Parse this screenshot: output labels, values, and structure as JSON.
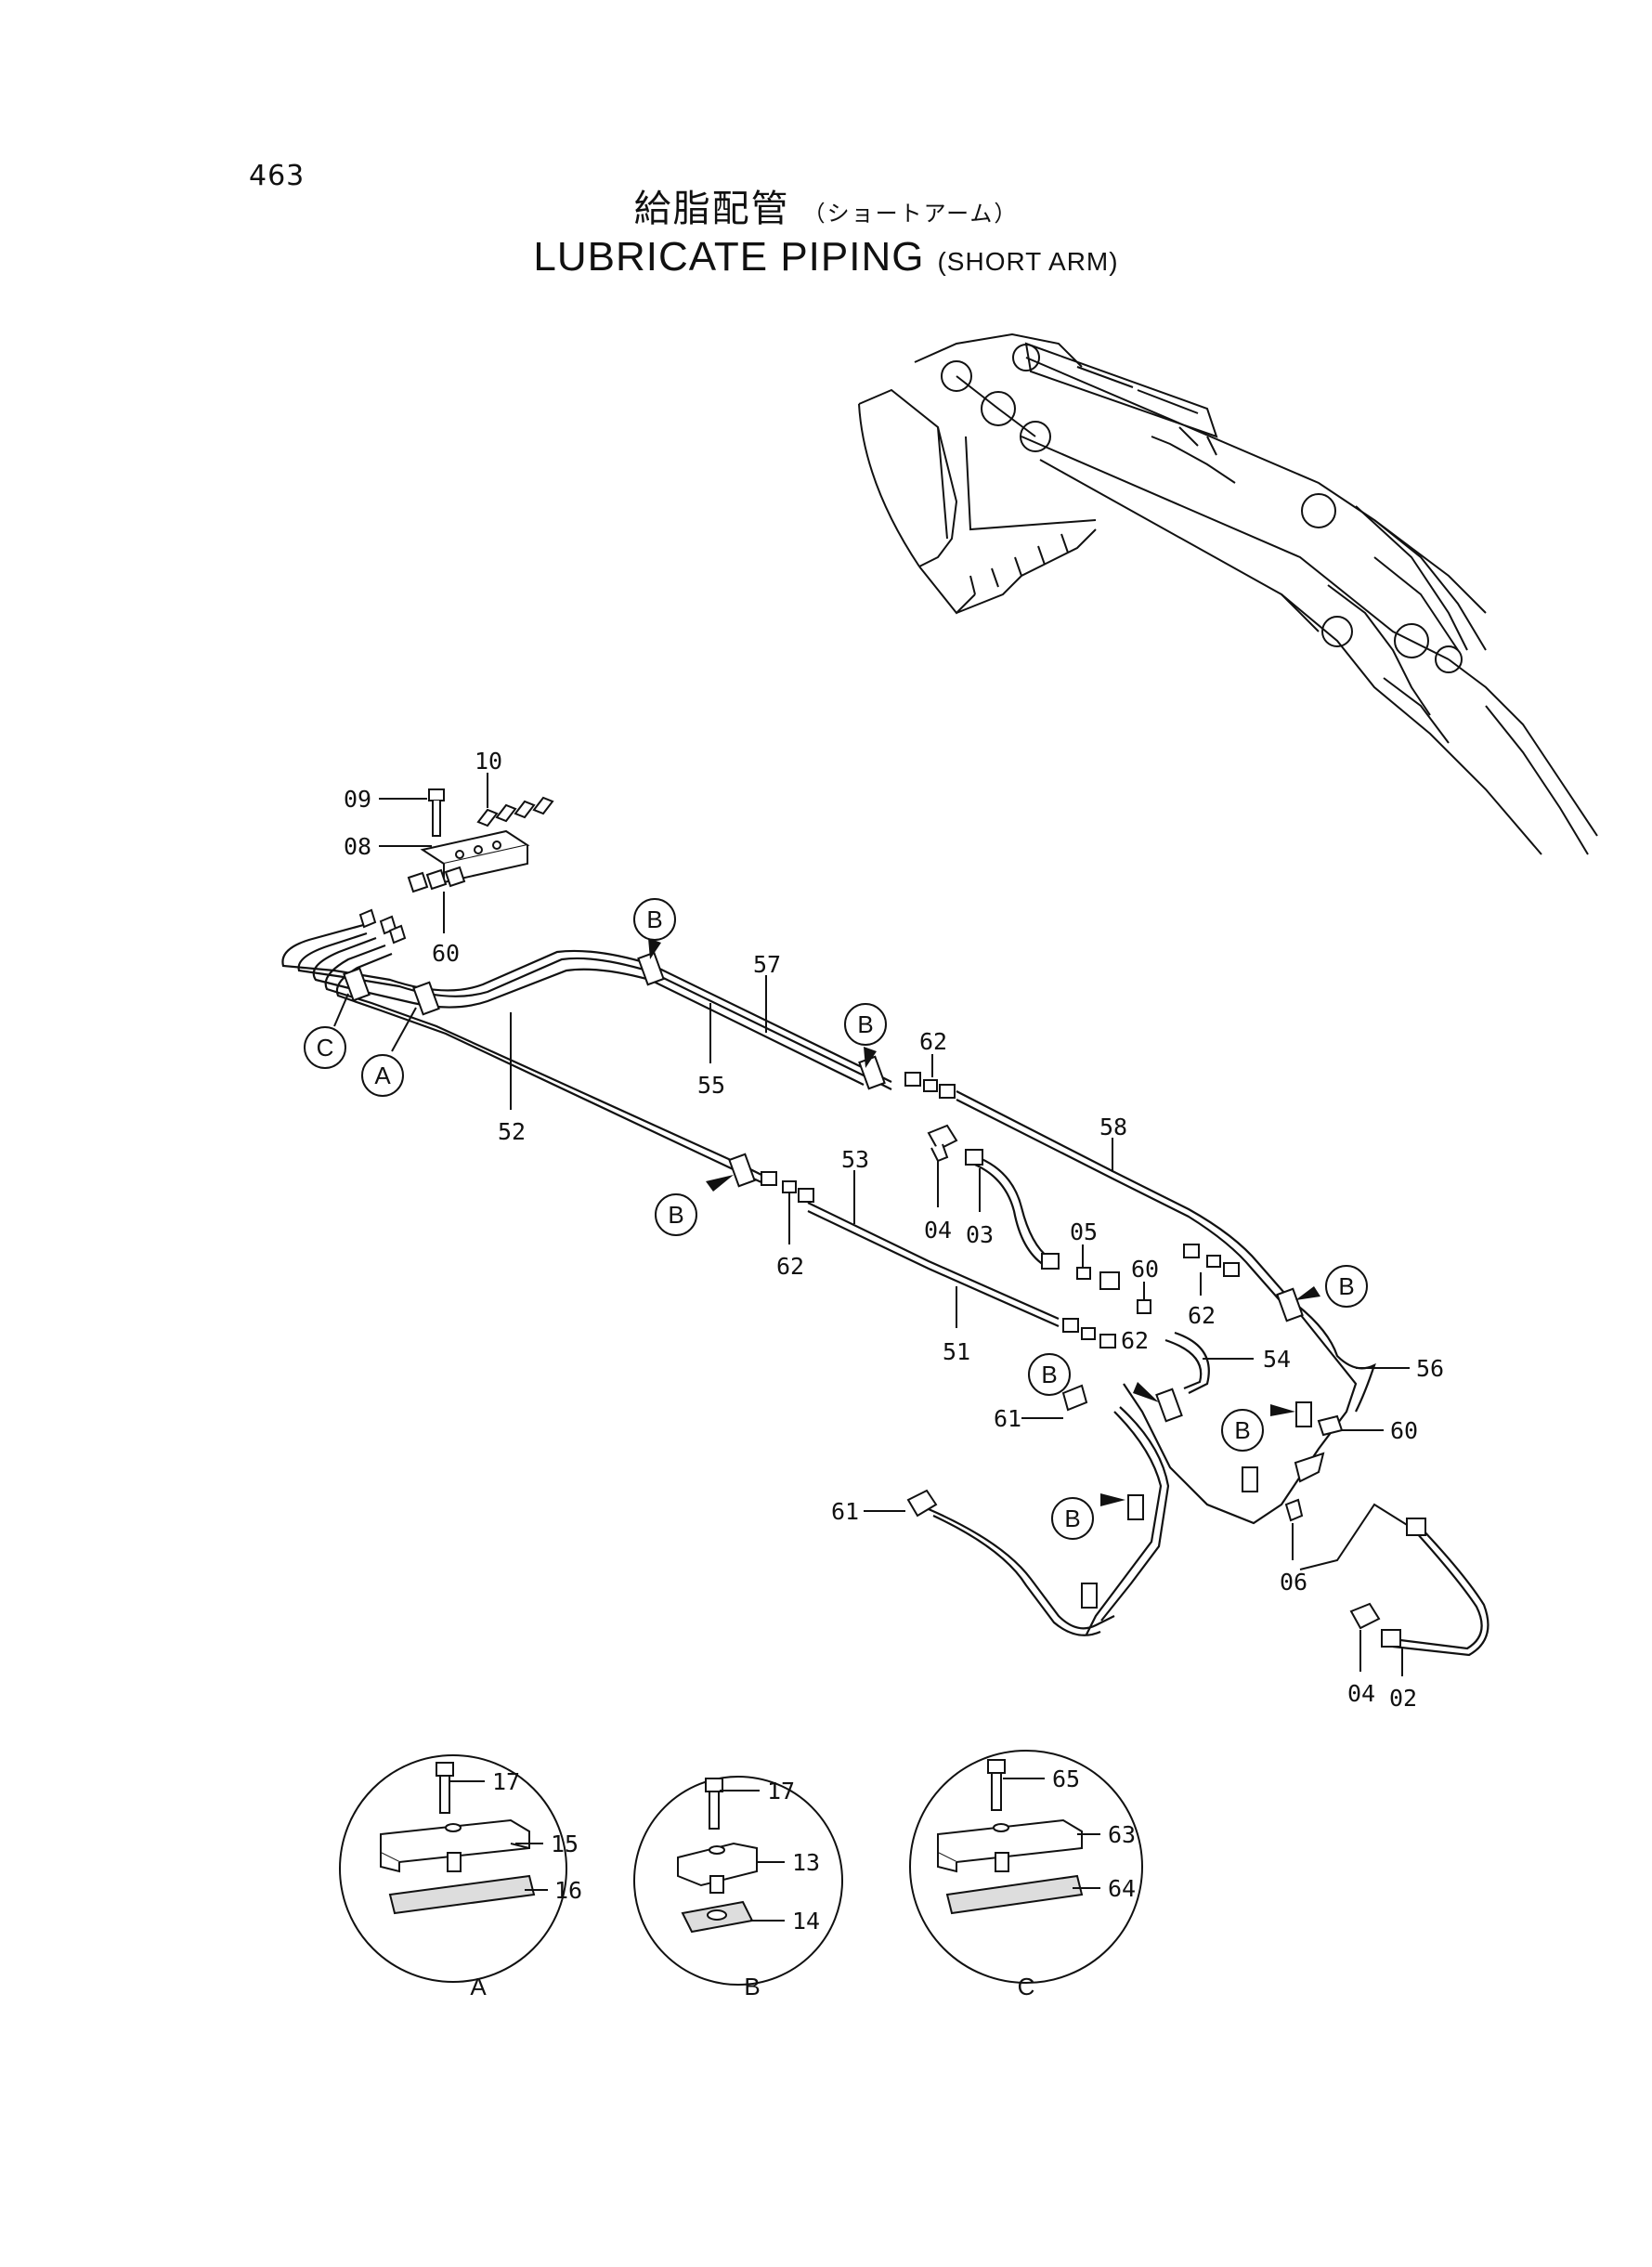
{
  "page_number": "463",
  "title_jp": "給脂配管",
  "title_jp_sub": "（ショートアーム）",
  "title_en": "LUBRICATE PIPING",
  "title_en_sub": "(SHORT ARM)",
  "part_labels": {
    "p10": "10",
    "p09": "09",
    "p08": "08",
    "p60a": "60",
    "p57": "57",
    "p55": "55",
    "p52": "52",
    "p62a": "62",
    "p58": "58",
    "p53": "53",
    "p62b": "62",
    "p04a": "04",
    "p03": "03",
    "p05": "05",
    "p60b": "60",
    "p62c": "62",
    "p62d": "62",
    "p51": "51",
    "p54": "54",
    "p56": "56",
    "p61a": "61",
    "p60c": "60",
    "p61b": "61",
    "p06": "06",
    "p04b": "04",
    "p02": "02",
    "p17a": "17",
    "p15": "15",
    "p16": "16",
    "p17b": "17",
    "p13": "13",
    "p14": "14",
    "p65": "65",
    "p63": "63",
    "p64": "64"
  },
  "callouts": {
    "c": "C",
    "a": "A",
    "b1": "B",
    "b2": "B",
    "b3": "B",
    "b4": "B",
    "b5": "B",
    "b6": "B",
    "b7": "B"
  },
  "detail_views": {
    "a": "A",
    "b": "B",
    "c": "C"
  }
}
